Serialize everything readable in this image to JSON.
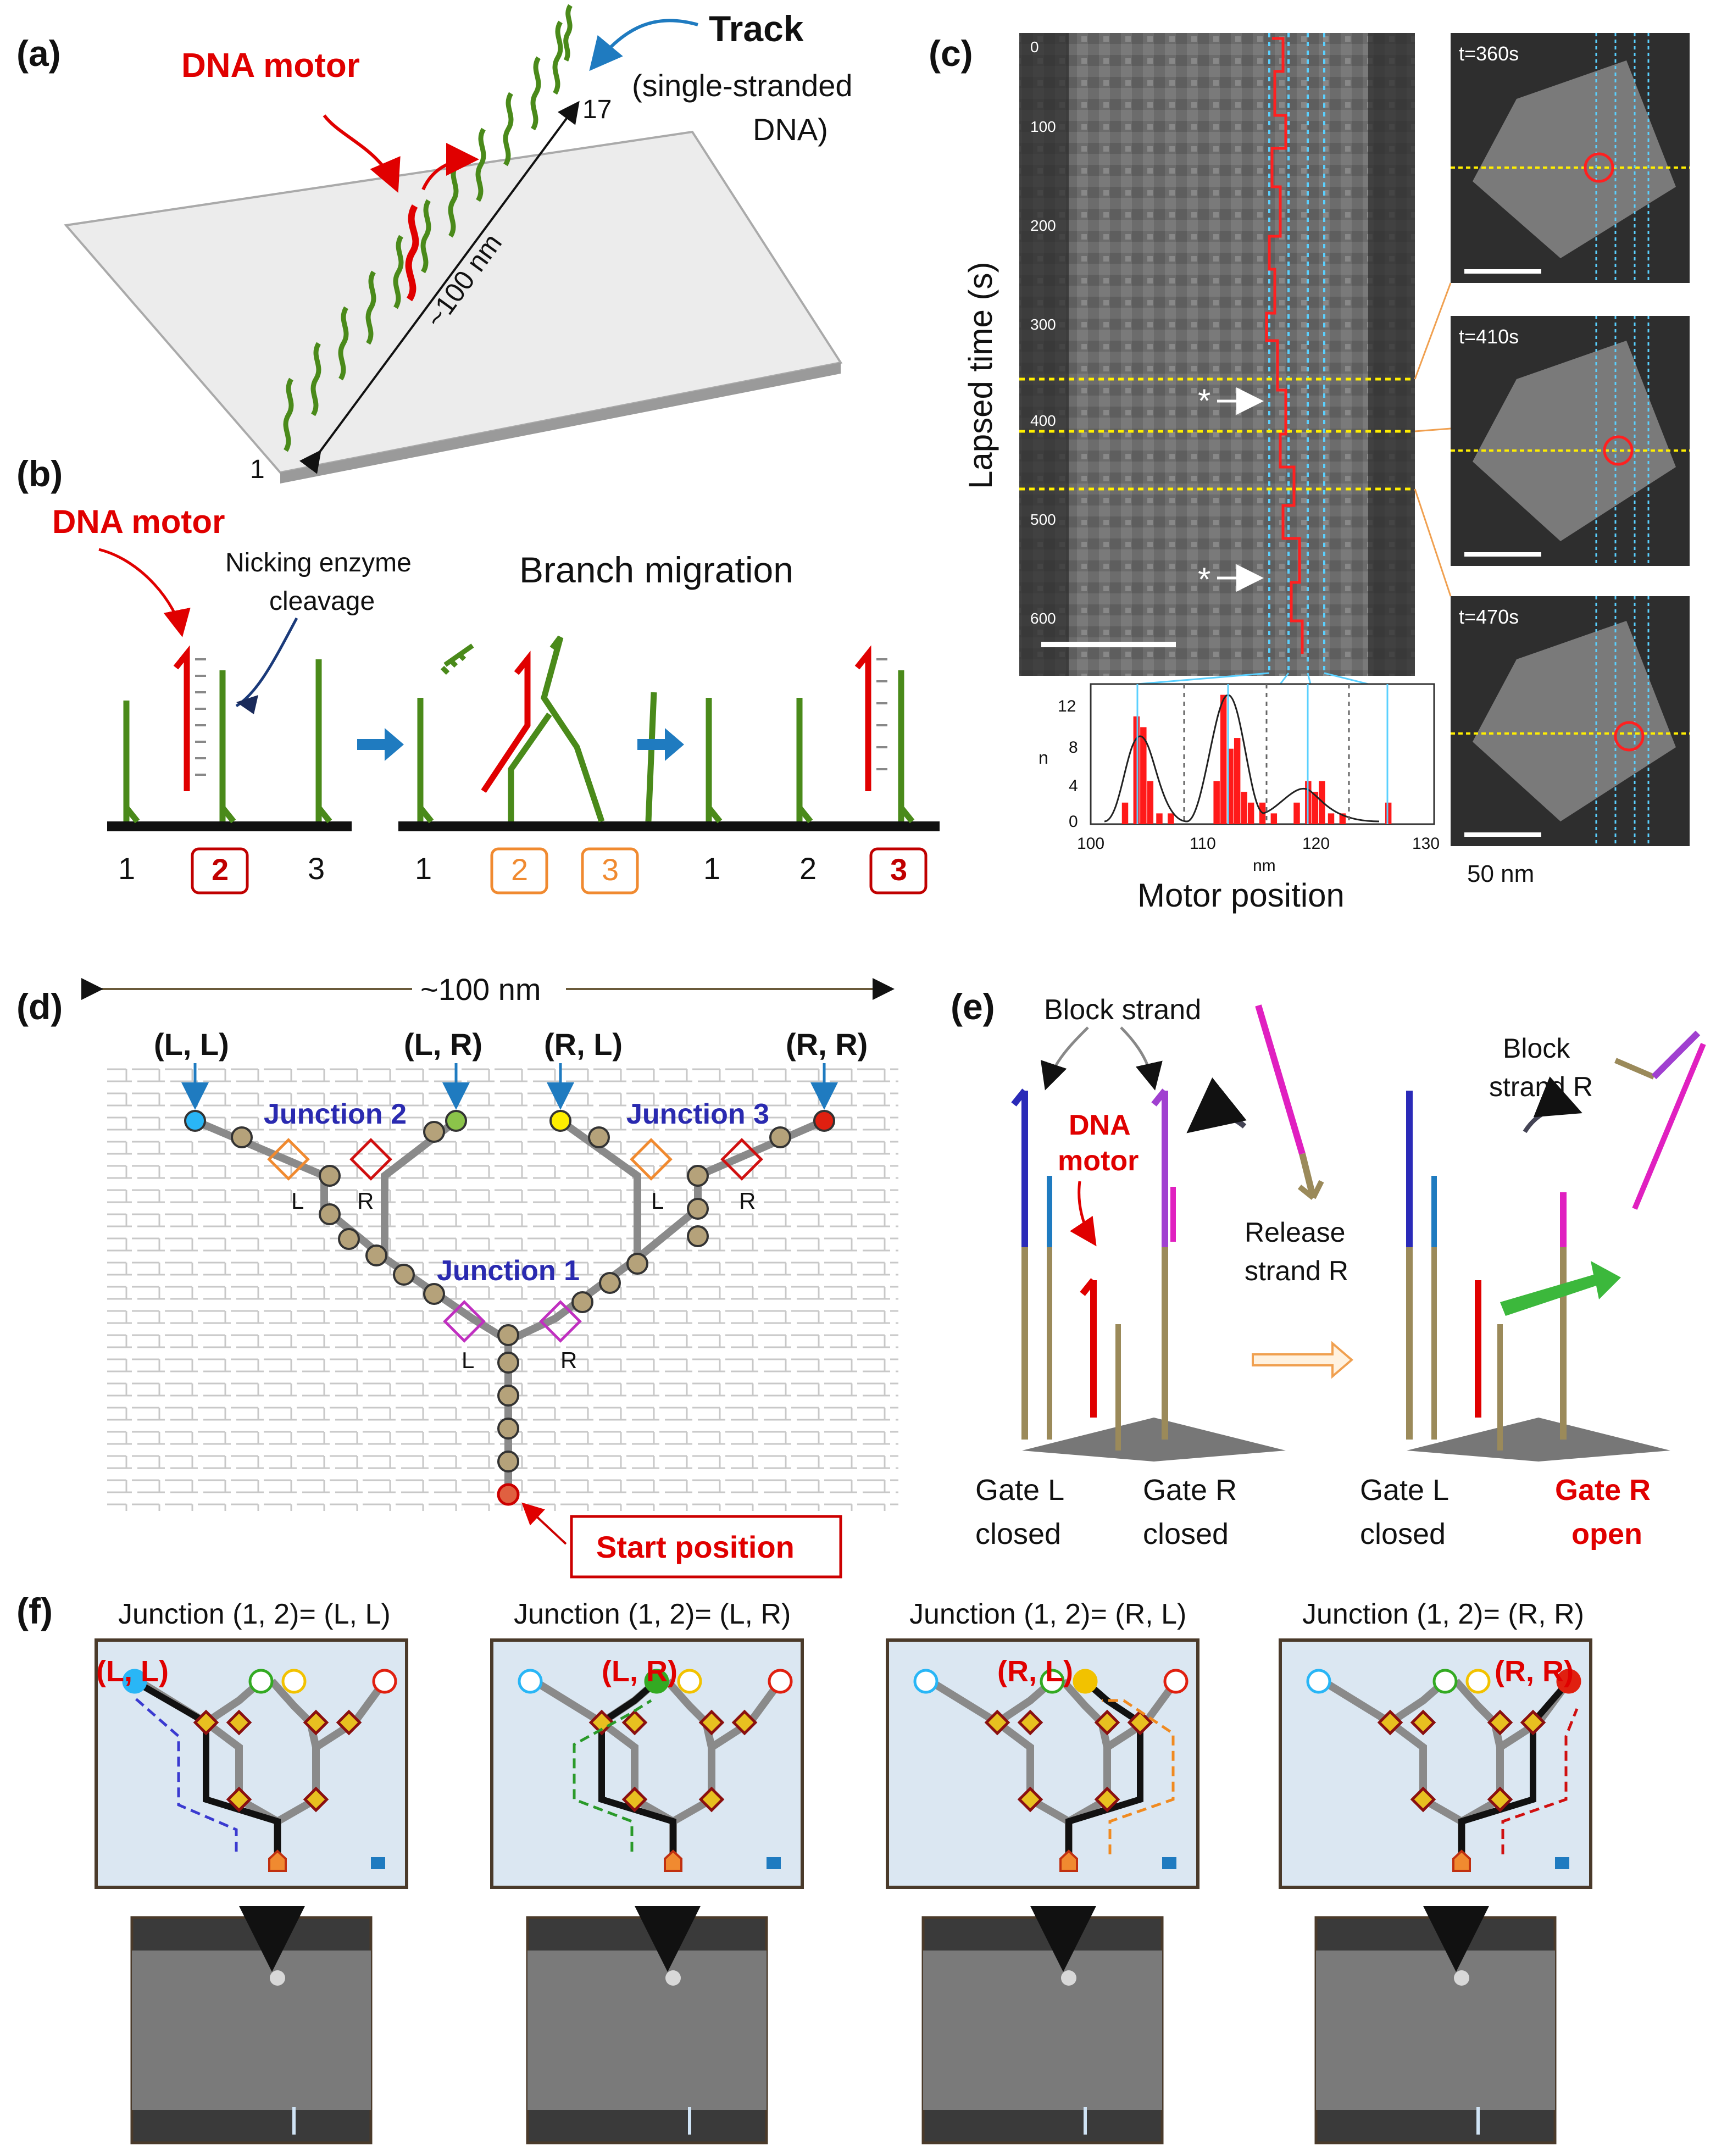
{
  "panels": {
    "a": {
      "tag": "(a)",
      "motor_label": "DNA motor",
      "track_label": "Track",
      "track_sub_1": "(single-stranded",
      "track_sub_2": "DNA)",
      "length_label": "~100 nm",
      "start_num": "1",
      "end_num": "17"
    },
    "b": {
      "tag": "(b)",
      "motor_label": "DNA motor",
      "nick_label_1": "Nicking enzyme",
      "nick_label_2": "cleavage",
      "branch_label": "Branch migration",
      "nums_1": [
        "1",
        "2",
        "3"
      ],
      "nums_2": [
        "1",
        "2",
        "3"
      ],
      "nums_3": [
        "1",
        "2",
        "3"
      ]
    },
    "c": {
      "tag": "(c)",
      "ylabel": "Lapsed time (s)",
      "y_ticks": [
        "0",
        "100",
        "200",
        "300",
        "400",
        "500",
        "600"
      ],
      "star": "*",
      "hist_ylabel": "n",
      "hist_y_ticks": [
        "0",
        "4",
        "8",
        "12"
      ],
      "hist_x_ticks": [
        "100",
        "110",
        "120",
        "130"
      ],
      "hist_xlabel_small": "nm",
      "xlabel": "Motor position",
      "snap_times": [
        "t=360s",
        "t=410s",
        "t=470s"
      ],
      "scale_label": "50 nm"
    },
    "d": {
      "tag": "(d)",
      "width_label": "~100 nm",
      "ends": [
        "(L, L)",
        "(L, R)",
        "(R, L)",
        "(R, R)"
      ],
      "junction_1": "Junction 1",
      "junction_2": "Junction 2",
      "junction_3": "Junction 3",
      "L": "L",
      "R": "R",
      "start_label": "Start position"
    },
    "e": {
      "tag": "(e)",
      "block_strand": "Block strand",
      "block_strand_r_1": "Block",
      "block_strand_r_2": "strand R",
      "motor_1": "DNA",
      "motor_2": "motor",
      "release_1": "Release",
      "release_2": "strand R",
      "gate_l_1": "Gate L",
      "closed": "closed",
      "gate_r_1": "Gate R",
      "gate_r_open_1": "Gate R",
      "gate_r_open_2": "open"
    },
    "f": {
      "tag": "(f)",
      "titles": [
        "Junction (1, 2)= (L, L)",
        "Junction (1, 2)= (L, R)",
        "Junction (1, 2)= (R, L)",
        "Junction (1, 2)= (R, R)"
      ],
      "results": [
        "(L, L)",
        "(L, R)",
        "(R, L)",
        "(R, R)"
      ]
    }
  },
  "histogram": {
    "type": "bar",
    "xlim": [
      100,
      130
    ],
    "ylim": [
      0,
      13
    ],
    "bins_x": [
      103,
      104,
      104.6,
      105.2,
      106,
      107,
      111,
      111.6,
      112.2,
      112.8,
      113.4,
      114,
      115,
      116,
      118,
      119,
      119.6,
      120.2,
      121,
      122,
      126
    ],
    "counts": [
      2,
      10,
      9,
      4,
      1,
      1,
      4,
      12,
      7,
      8,
      3,
      2,
      2,
      1,
      2,
      4,
      3,
      4,
      1,
      1,
      2
    ]
  },
  "colors": {
    "motor_red": "#e00000",
    "track_green": "#4a8a1a",
    "gate_tan": "#9b8a5a",
    "junction_blue": "#2a2ab0",
    "end_colors": [
      "#29b6f6",
      "#33aa22",
      "#f2c200",
      "#e02010"
    ]
  }
}
